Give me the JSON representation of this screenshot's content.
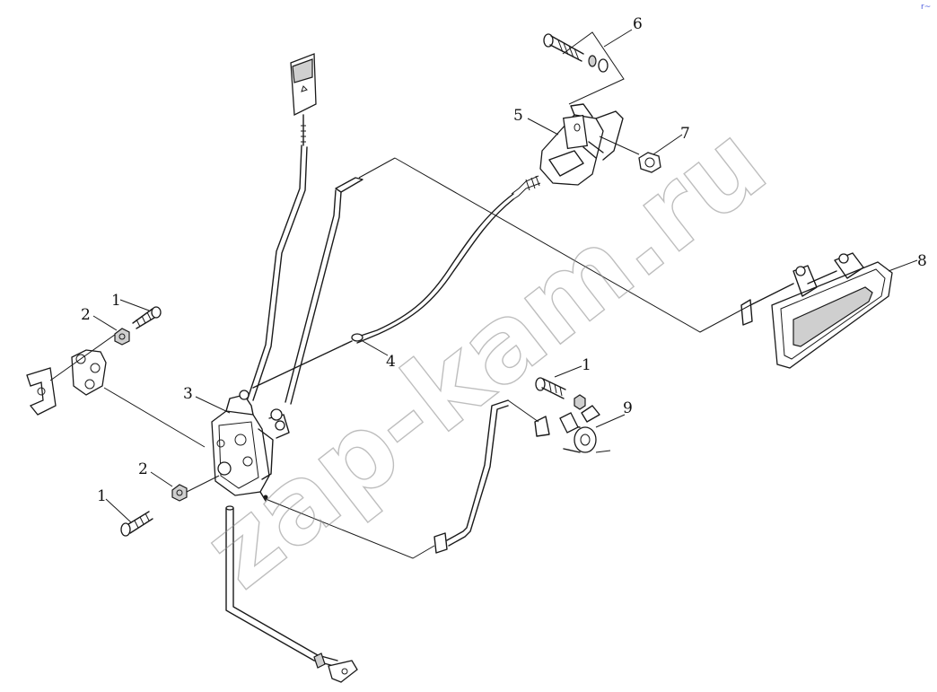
{
  "diagram": {
    "callouts": [
      {
        "id": "c6",
        "label": "6"
      },
      {
        "id": "c5",
        "label": "5"
      },
      {
        "id": "c7",
        "label": "7"
      },
      {
        "id": "c8",
        "label": "8"
      },
      {
        "id": "c1a",
        "label": "1"
      },
      {
        "id": "c2a",
        "label": "2"
      },
      {
        "id": "c3",
        "label": "3"
      },
      {
        "id": "c4",
        "label": "4"
      },
      {
        "id": "c1b",
        "label": "1"
      },
      {
        "id": "c9",
        "label": "9"
      },
      {
        "id": "c2b",
        "label": "2"
      },
      {
        "id": "c1c",
        "label": "1"
      }
    ],
    "watermark": "zap-kam.ru",
    "corner_mark": "r~"
  },
  "colors": {
    "line": "#1a1a1a",
    "watermark": "#888888",
    "corner_mark": "#4a5adf"
  }
}
